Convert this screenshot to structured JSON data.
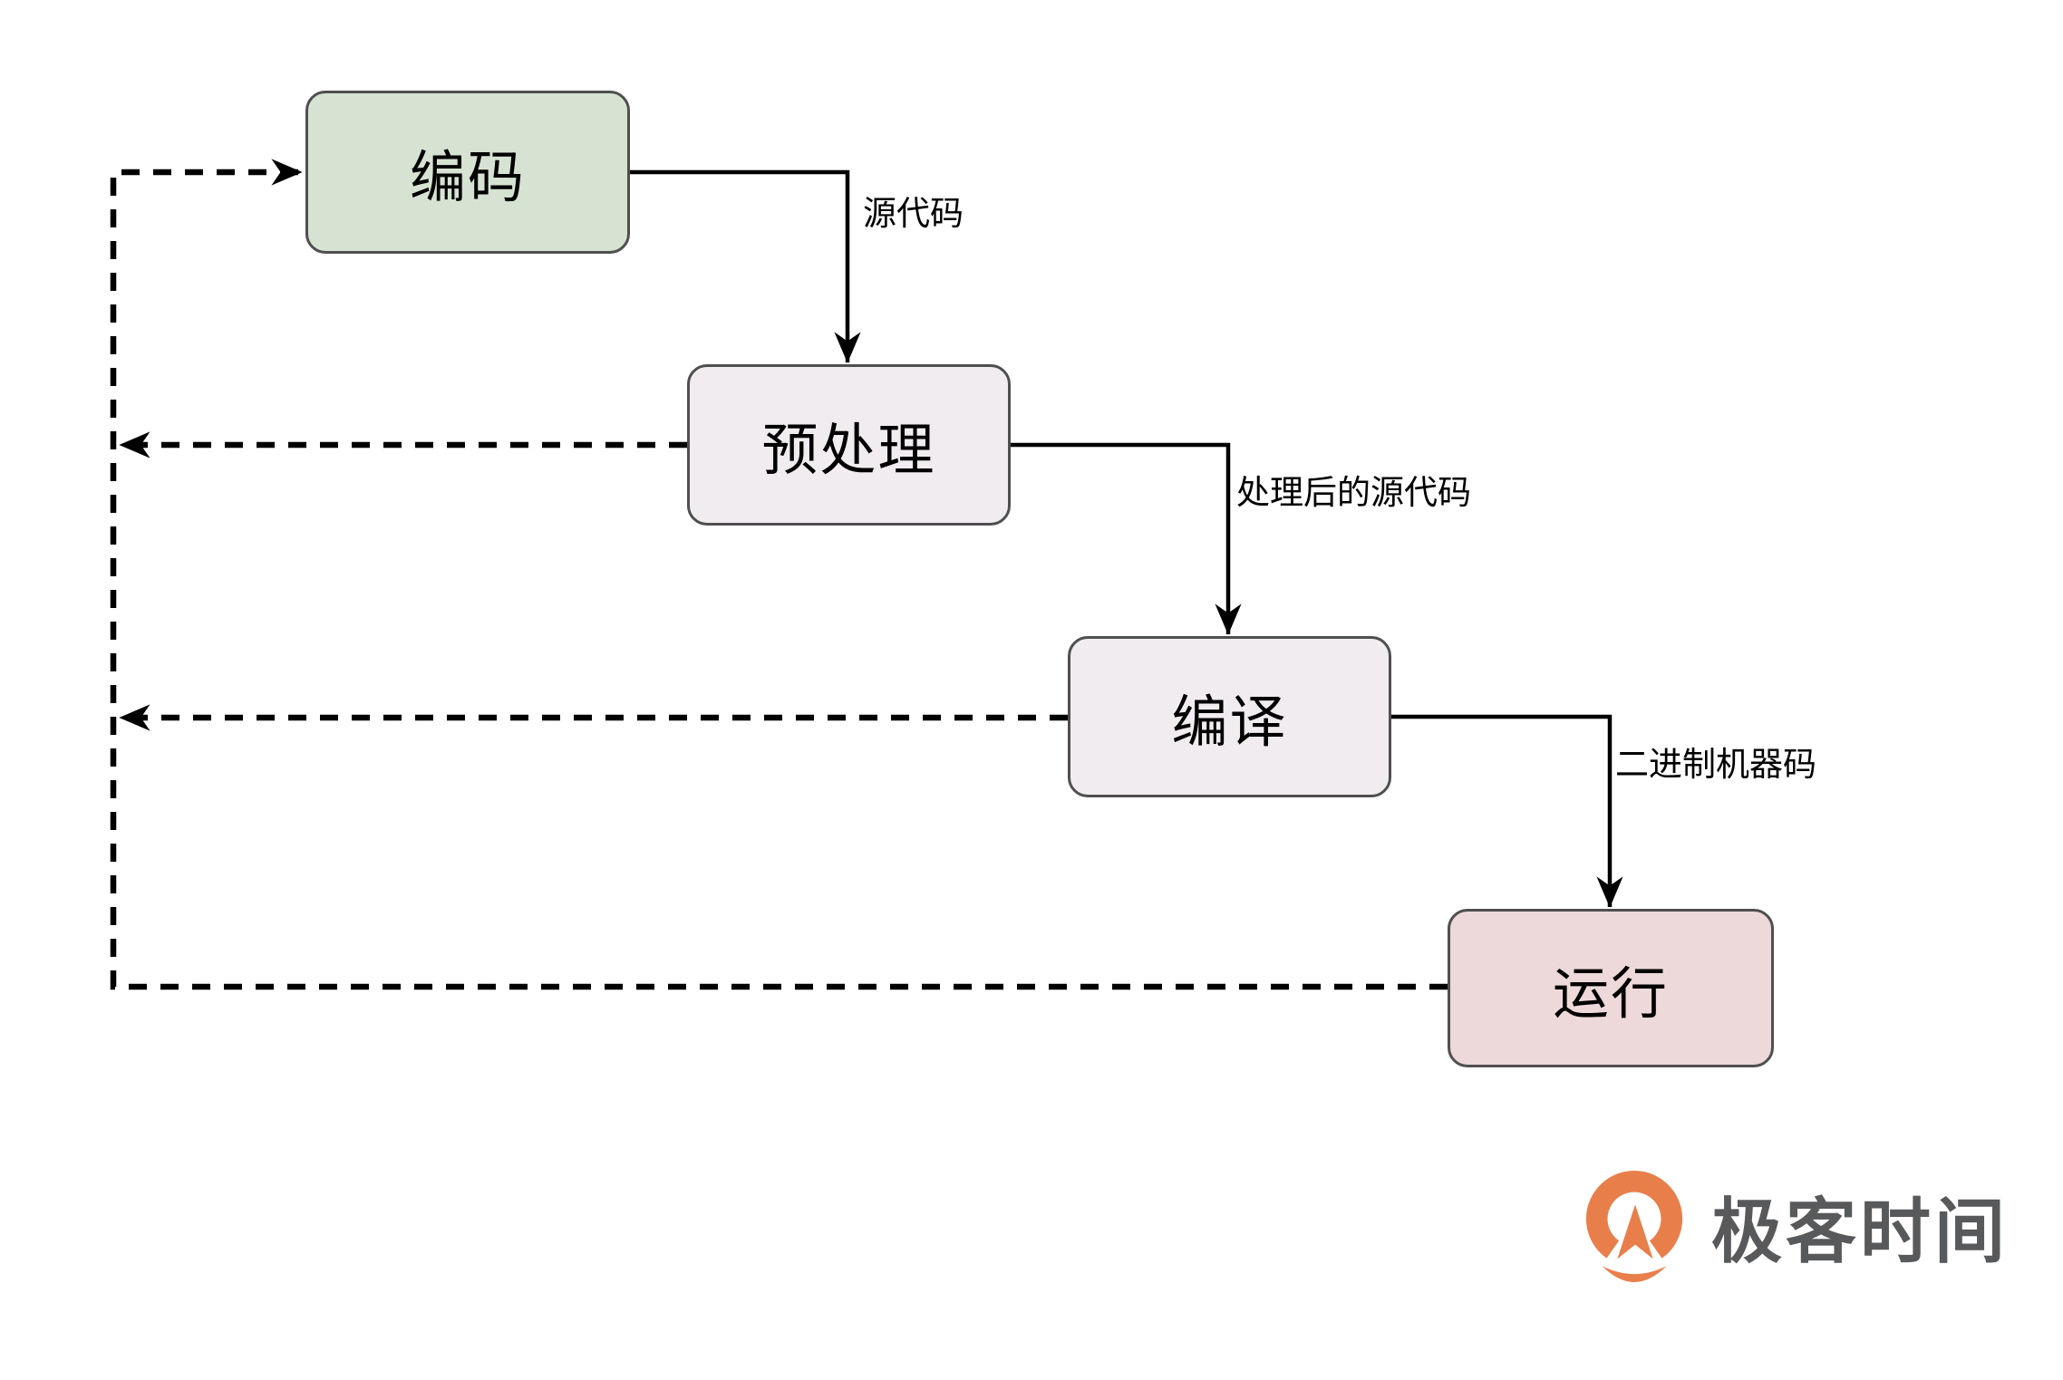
{
  "diagram": {
    "nodes": [
      {
        "id": "coding",
        "label": "编码",
        "fill": "#d6e3d2"
      },
      {
        "id": "preprocess",
        "label": "预处理",
        "fill": "#f1ecef"
      },
      {
        "id": "compile",
        "label": "编译",
        "fill": "#f1ecef"
      },
      {
        "id": "run",
        "label": "运行",
        "fill": "#edd9d9"
      }
    ],
    "edges": [
      {
        "id": "coding-to-preprocess",
        "label": "源代码"
      },
      {
        "id": "preprocess-to-compile",
        "label": "处理后的源代码"
      },
      {
        "id": "compile-to-run",
        "label": "二进制机器码"
      }
    ],
    "line_color": "#000000",
    "node_border_color": "#4f4f4f"
  },
  "logo": {
    "text": "极客时间",
    "icon": "geektime-pin-icon",
    "icon_color": "#e87f4b",
    "text_color": "#58595b"
  },
  "background": "#ffffff"
}
